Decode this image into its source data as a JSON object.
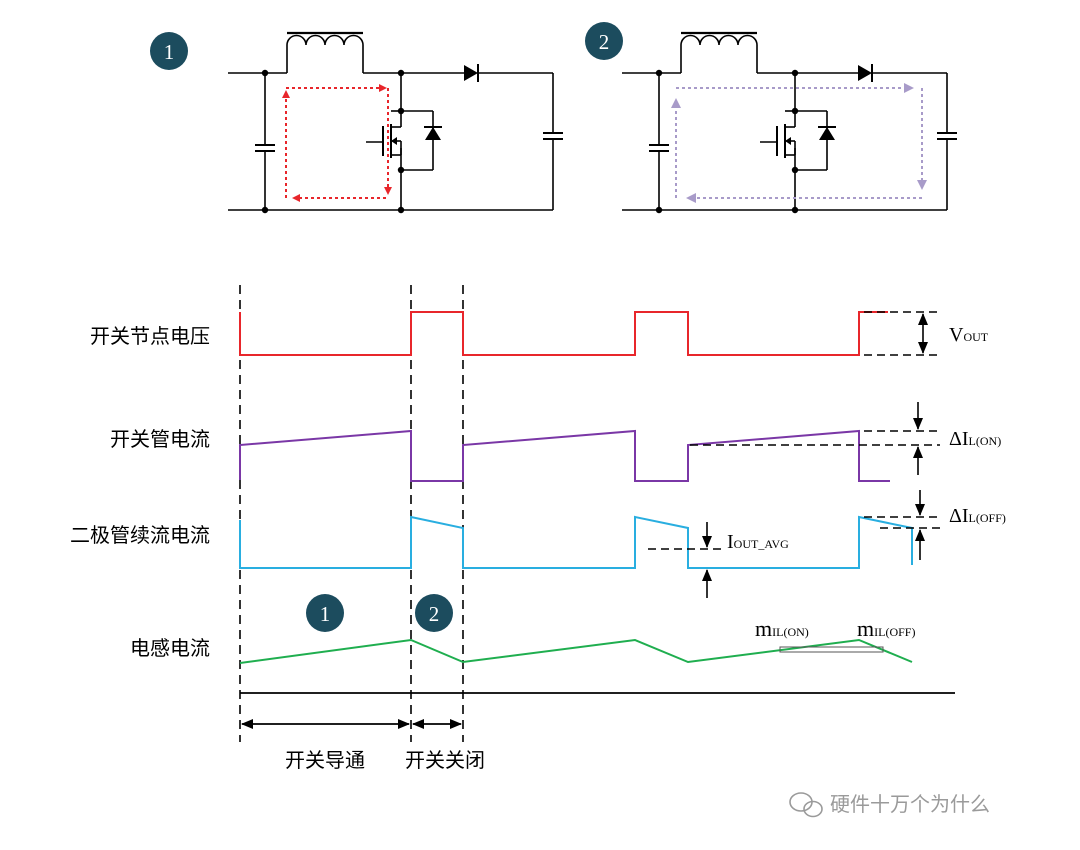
{
  "badges": {
    "phase_on": "1",
    "phase_off": "2"
  },
  "signals": {
    "switch_node_voltage": "开关节点电压",
    "switch_current": "开关管电流",
    "diode_current": "二极管续流电流",
    "inductor_current": "电感电流"
  },
  "annotations": {
    "vout_main": "V",
    "vout_sub": "OUT",
    "delta_il_on_main": "ΔI",
    "delta_il_on_sub": "L(ON)",
    "delta_il_off_main": "ΔI",
    "delta_il_off_sub": "L(OFF)",
    "iout_avg_main": "I",
    "iout_avg_sub": "OUT_AVG",
    "m_on_main": "m",
    "m_on_sub": "IL(ON)",
    "m_off_main": "m",
    "m_off_sub": "IL(OFF)"
  },
  "intervals": {
    "on": "开关导通",
    "off": "开关关闭"
  },
  "watermark": {
    "text": "硬件十万个为什么"
  },
  "colors": {
    "red": "#e8262b",
    "purple": "#7a37a6",
    "cyan": "#29aee0",
    "green": "#1fae4f",
    "lavender": "#a89bc9",
    "badge": "#1c4c5e"
  }
}
